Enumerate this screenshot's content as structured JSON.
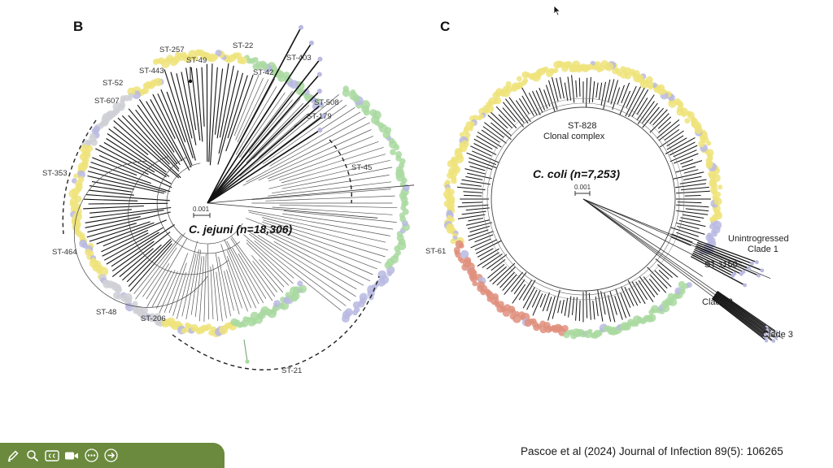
{
  "panels": {
    "b": {
      "letter": "B",
      "title": "C. jejuni (n=18,306)",
      "scale": "0.001",
      "labels": [
        "ST-22",
        "ST-257",
        "ST-49",
        "ST-403",
        "ST-443",
        "ST-42",
        "ST-52",
        "ST-607",
        "ST-508",
        "ST-179",
        "ST-353",
        "ST-45",
        "ST-464",
        "ST-61",
        "ST-48",
        "ST-206",
        "ST-21"
      ]
    },
    "c": {
      "letter": "C",
      "title": "C. coli (n=7,253)",
      "scale": "0.001",
      "complex_line1": "ST-828",
      "complex_line2": "Clonal complex",
      "unintrogressed": "Unintrogressed",
      "clade1": "Clade 1",
      "st1150": "ST-1150",
      "clade2": "Clade 2",
      "clade3": "Clade 3"
    }
  },
  "citation": "Pascoe et al (2024) Journal of Infection 89(5): 106265",
  "toolbar": {
    "bg": "#6b8a3d",
    "icons": [
      "pen-icon",
      "zoom-icon",
      "closed-captions-icon",
      "camera-icon",
      "more-icon",
      "next-arrow-icon"
    ]
  },
  "colors": {
    "yellow": "#efe37a",
    "green": "#a9d9a0",
    "lavender": "#b9b9e2",
    "grey": "#cfcfd6",
    "salmon": "#df8f7c"
  }
}
